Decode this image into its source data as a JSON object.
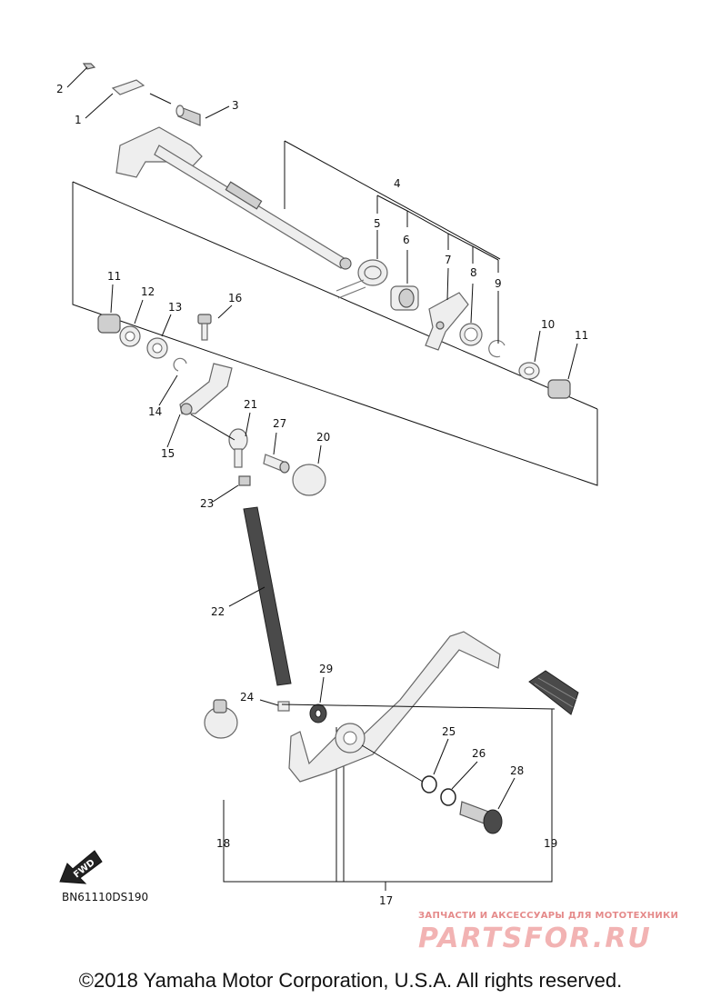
{
  "callouts": {
    "c1": "1",
    "c2": "2",
    "c3": "3",
    "c4": "4",
    "c5": "5",
    "c6": "6",
    "c7": "7",
    "c8": "8",
    "c9": "9",
    "c10": "10",
    "c11a": "11",
    "c11b": "11",
    "c12": "12",
    "c13": "13",
    "c14": "14",
    "c15": "15",
    "c16": "16",
    "c17": "17",
    "c18": "18",
    "c19": "19",
    "c20": "20",
    "c21": "21",
    "c22": "22",
    "c23": "23",
    "c24": "24",
    "c25": "25",
    "c26": "26",
    "c27": "27",
    "c28": "28",
    "c29": "29"
  },
  "direction_badge": "FWD",
  "diagram_code": "BN61110DS190",
  "watermark": {
    "tagline": "ЗАПЧАСТИ И АКСЕССУАРЫ ДЛЯ МОТОТЕХНИКИ",
    "brand": "PARTSFOR.RU"
  },
  "copyright": "©2018 Yamaha Motor Corporation, U.S.A. All rights reserved."
}
